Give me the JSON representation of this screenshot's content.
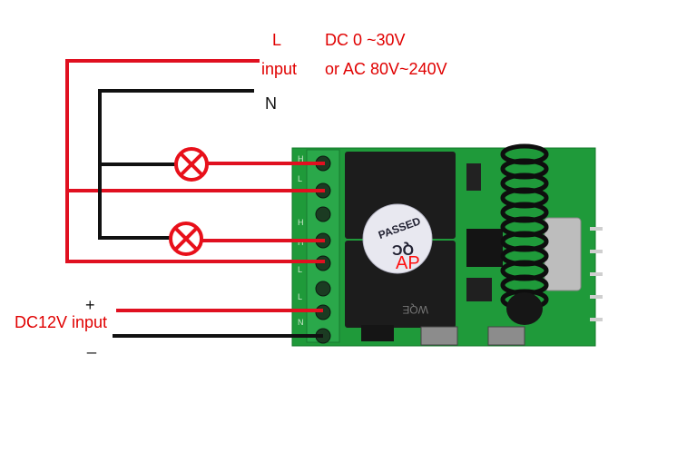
{
  "labels": {
    "live": "L",
    "input": "input",
    "dc_range": "DC 0 ~30V",
    "ac_range": "or AC 80V~240V",
    "neutral": "N",
    "plus": "+",
    "dc12v": "DC12V input",
    "minus": "_"
  },
  "board": {
    "sticker_text": "PASSED",
    "sticker_mark": "QC",
    "ap_mark": "AP",
    "relay_brand": "WQE",
    "pin_labels": [
      "H",
      "L",
      "H",
      "H",
      "L",
      "L",
      "N"
    ]
  },
  "colors": {
    "live_wire": "#e01020",
    "neutral_wire": "#111111",
    "lamp": "#e8101a",
    "pcb": "#1f9a3a",
    "terminal": "#2aa84a",
    "relay": "#1c1c1c"
  }
}
